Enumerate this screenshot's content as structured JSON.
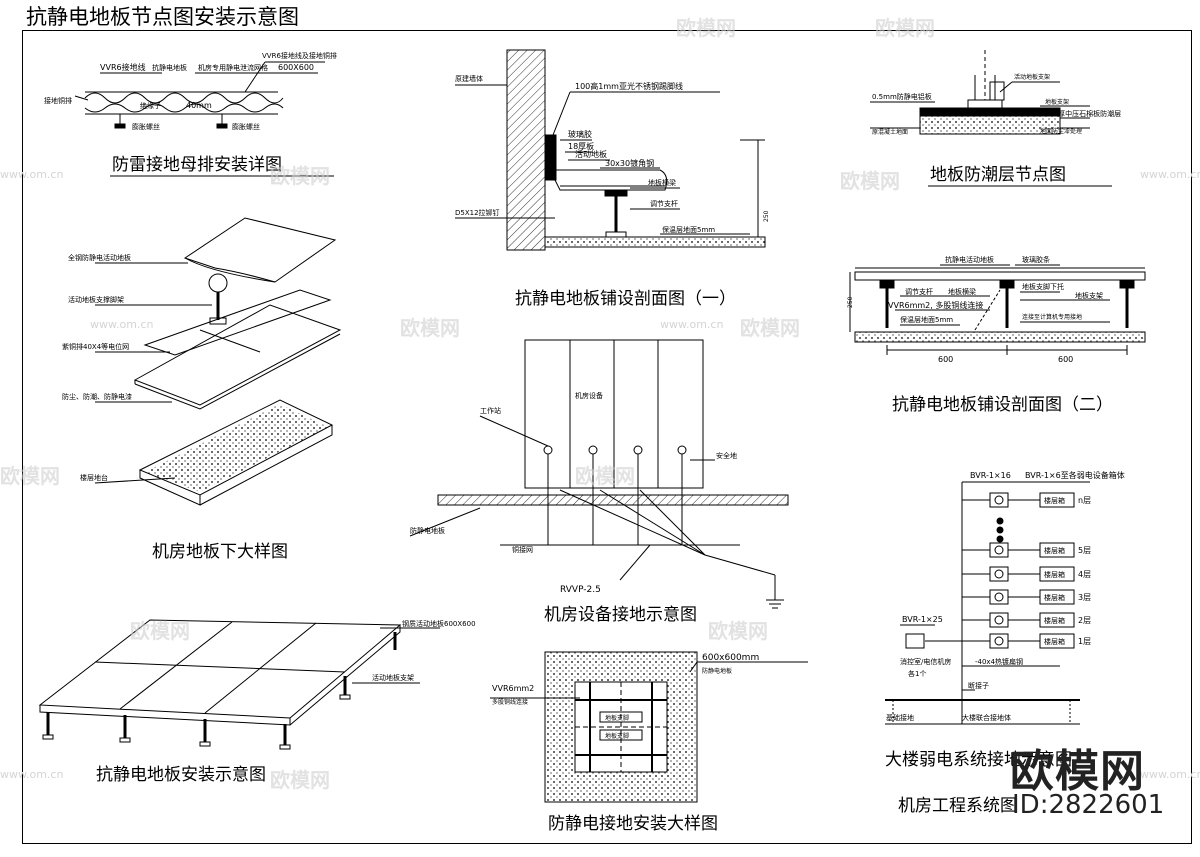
{
  "title": "抗静电地板节点图安装示意图",
  "panels": {
    "lightning": {
      "caption": "防雷接地母排安装详图",
      "labels": [
        "VVR6接地线及接地铜排",
        "VVR6接地线",
        "抗静电地板",
        "机房专用静电泄流网格",
        "600X600",
        "接地铜排",
        "绝缘子",
        "40mm",
        "膨胀螺丝",
        "膨胀螺丝"
      ]
    },
    "section1": {
      "caption": "抗静电地板铺设剖面图（一）",
      "labels": [
        "原建墙体",
        "100高1mm亚光不锈钢踢脚线",
        "玻璃胶",
        "18厚板",
        "活动地板",
        "30x30镀角钢",
        "地板横梁",
        "调节支杆",
        "保温层地面5mm",
        "D5X12拉铆钉",
        "250"
      ]
    },
    "moisture": {
      "caption": "地板防潮层节点图",
      "labels": [
        "0.5mm防静电铝板",
        "活动地板支架",
        "地板支架",
        "5mm厚中压石棉板防潮层",
        "原混凝土地面",
        "地面防尘漆处理"
      ]
    },
    "underfloor": {
      "caption": "机房地板下大样图",
      "labels": [
        "全钢防静电活动地板",
        "活动地板支撑脚架",
        "紫铜排40X4等电位网",
        "防尘、防潮、防静电漆",
        "楼层地台"
      ]
    },
    "equipment": {
      "caption": "机房设备接地示意图",
      "labels": [
        "工作站",
        "机房设备",
        "安全地",
        "防静电地板",
        "铜接网",
        "RVVP-2.5"
      ]
    },
    "section2": {
      "caption": "抗静电地板铺设剖面图（二）",
      "labels": [
        "抗静电活动地板",
        "玻璃胶条",
        "调节支杆",
        "地板横梁",
        "VVR6mm2, 多股铜线连接",
        "地板支脚下托",
        "地板支架",
        "保温层地面5mm",
        "连接至计算机专用接地",
        "600",
        "600",
        "250"
      ]
    },
    "install": {
      "caption": "抗静电地板安装示意图",
      "labels": [
        "钢质活动地板600X600",
        "活动地板支架"
      ]
    },
    "grounding": {
      "caption": "防静电接地安装大样图",
      "labels": [
        "600x600mm",
        "防静电地板",
        "VVR6mm2",
        "多股铜线连接",
        "地板支脚",
        "地板支脚"
      ]
    },
    "building": {
      "caption": "大楼弱电系统接地示意图",
      "caption2": "机房工程系统图",
      "labels": [
        "BVR-1×16",
        "BVR-1×6至各弱电设备箱体",
        "BVR-1×25",
        "消控室/电信机房",
        "各1个",
        "-40x4热镀扁钢",
        "断接子",
        "基础接地",
        "大楼联合接地体"
      ],
      "floors": [
        {
          "box": "楼层箱",
          "floor": "n层"
        },
        {
          "box": "楼层箱",
          "floor": "5层"
        },
        {
          "box": "楼层箱",
          "floor": "4层"
        },
        {
          "box": "楼层箱",
          "floor": "3层"
        },
        {
          "box": "楼层箱",
          "floor": "2层"
        },
        {
          "box": "楼层箱",
          "floor": "1层"
        }
      ]
    }
  },
  "watermark": {
    "brand": "欧模网",
    "site": "www.om.cn",
    "id": "ID:2822601"
  }
}
